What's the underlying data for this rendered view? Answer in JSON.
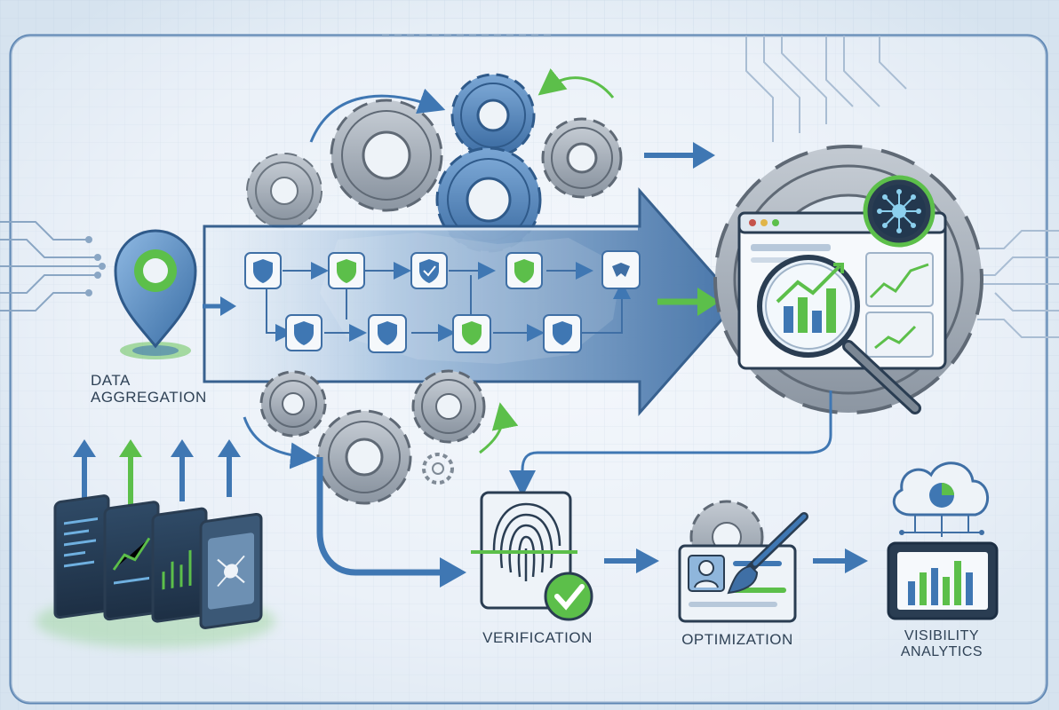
{
  "stages": [
    {
      "id": "data-aggregation",
      "label_line1": "DATA",
      "label_line2": "AGGREGATION"
    },
    {
      "id": "verification",
      "label_line1": "VERIFICATION"
    },
    {
      "id": "optimization",
      "label_line1": "OPTIMIZATION"
    },
    {
      "id": "visibility-analytics",
      "label_line1": "VISIBILITY",
      "label_line2": "ANALYTICS"
    }
  ],
  "colors": {
    "background": "#e9f0f7",
    "accent_blue": "#3f77b3",
    "accent_green": "#5cbf4a",
    "gear_gray": "#9aa3ad",
    "dark_navy": "#2a3d52"
  },
  "icons": [
    "location-pin-icon",
    "gear-icon",
    "shield-check-icon",
    "magnifier-chart-icon",
    "network-node-icon",
    "fingerprint-icon",
    "checkmark-badge-icon",
    "profile-card-icon",
    "paintbrush-icon",
    "cloud-pie-icon",
    "bar-chart-icon",
    "circuit-lines-icon",
    "upload-arrow-icon",
    "server-rack-icon"
  ]
}
